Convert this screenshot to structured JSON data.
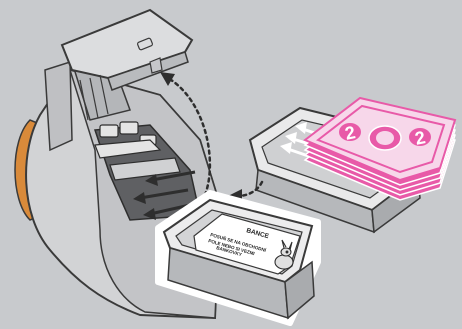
{
  "colors": {
    "background": "#c8cacd",
    "machine_body": "#d2d3d5",
    "machine_shadow": "#a9abae",
    "outline": "#3a3a3a",
    "bill_pink": "#e85aa8",
    "bill_light": "#f7d7ea",
    "tray_white": "#f4f4f4",
    "arrow": "#2e2e2e"
  },
  "icons": {
    "dotted_arrow": "curved-dotted-arrow-icon",
    "solid_arrow": "left-arrow-icon",
    "character": "rabbit-character-icon"
  },
  "bill_denomination": "2",
  "card": {
    "title": "BANCE",
    "line1": "POSUŇ SE NA OBCHODNÍ",
    "line2": "POLE NEBO SI VEZMI",
    "line3": "BANKOVKY"
  }
}
